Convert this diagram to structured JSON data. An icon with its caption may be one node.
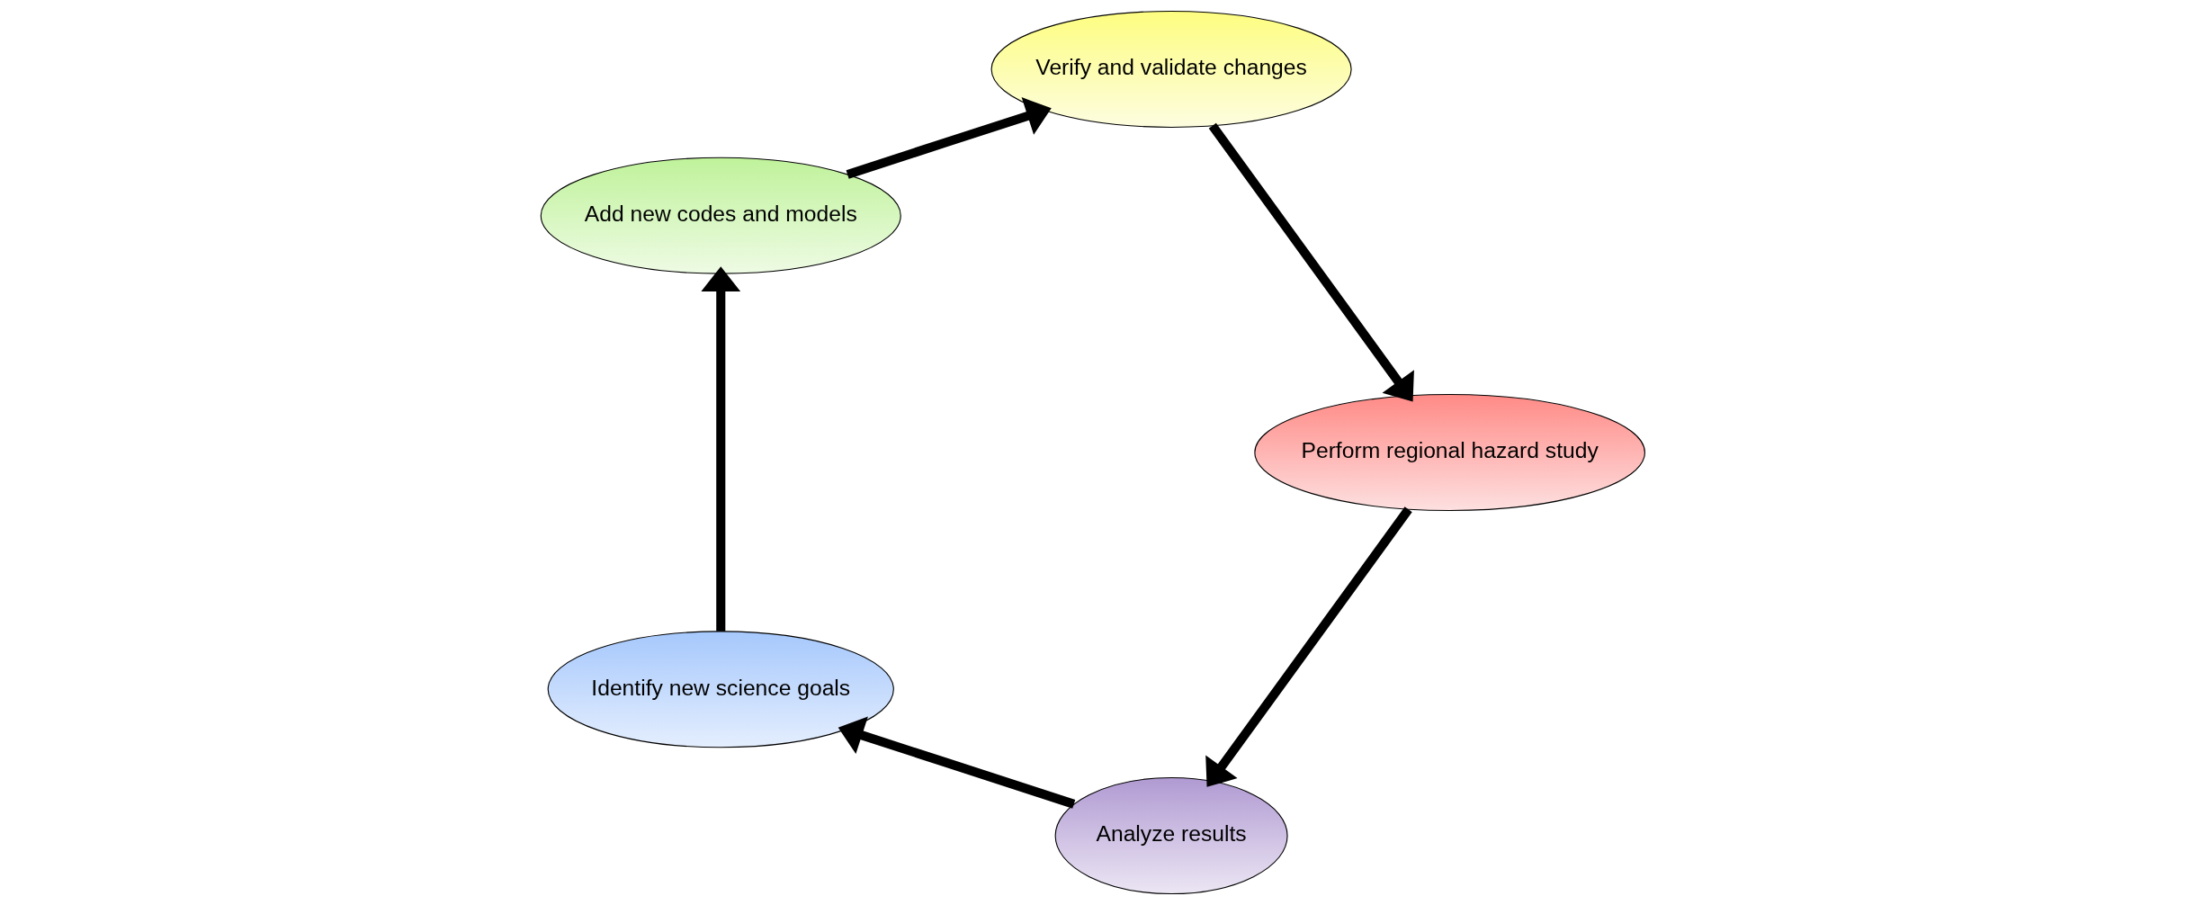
{
  "diagram": {
    "nodes": [
      {
        "text": [
          "Analyze results"
        ]
      },
      {
        "text": [
          "Identify new science goals"
        ]
      },
      {
        "text": [
          "Add new codes and models"
        ]
      },
      {
        "text": [
          "Verify and validate changes"
        ]
      },
      {
        "text": [
          "Perform regional hazard study"
        ]
      }
    ],
    "edges": [
      {
        "from": 0,
        "to": 1,
        "arrow": "to"
      },
      {
        "from": 1,
        "to": 2,
        "arrow": "to"
      },
      {
        "from": 2,
        "to": 3,
        "arrow": "to"
      },
      {
        "from": 3,
        "to": 4,
        "arrow": "to"
      },
      {
        "from": 4,
        "to": 0,
        "arrow": "to"
      }
    ]
  }
}
